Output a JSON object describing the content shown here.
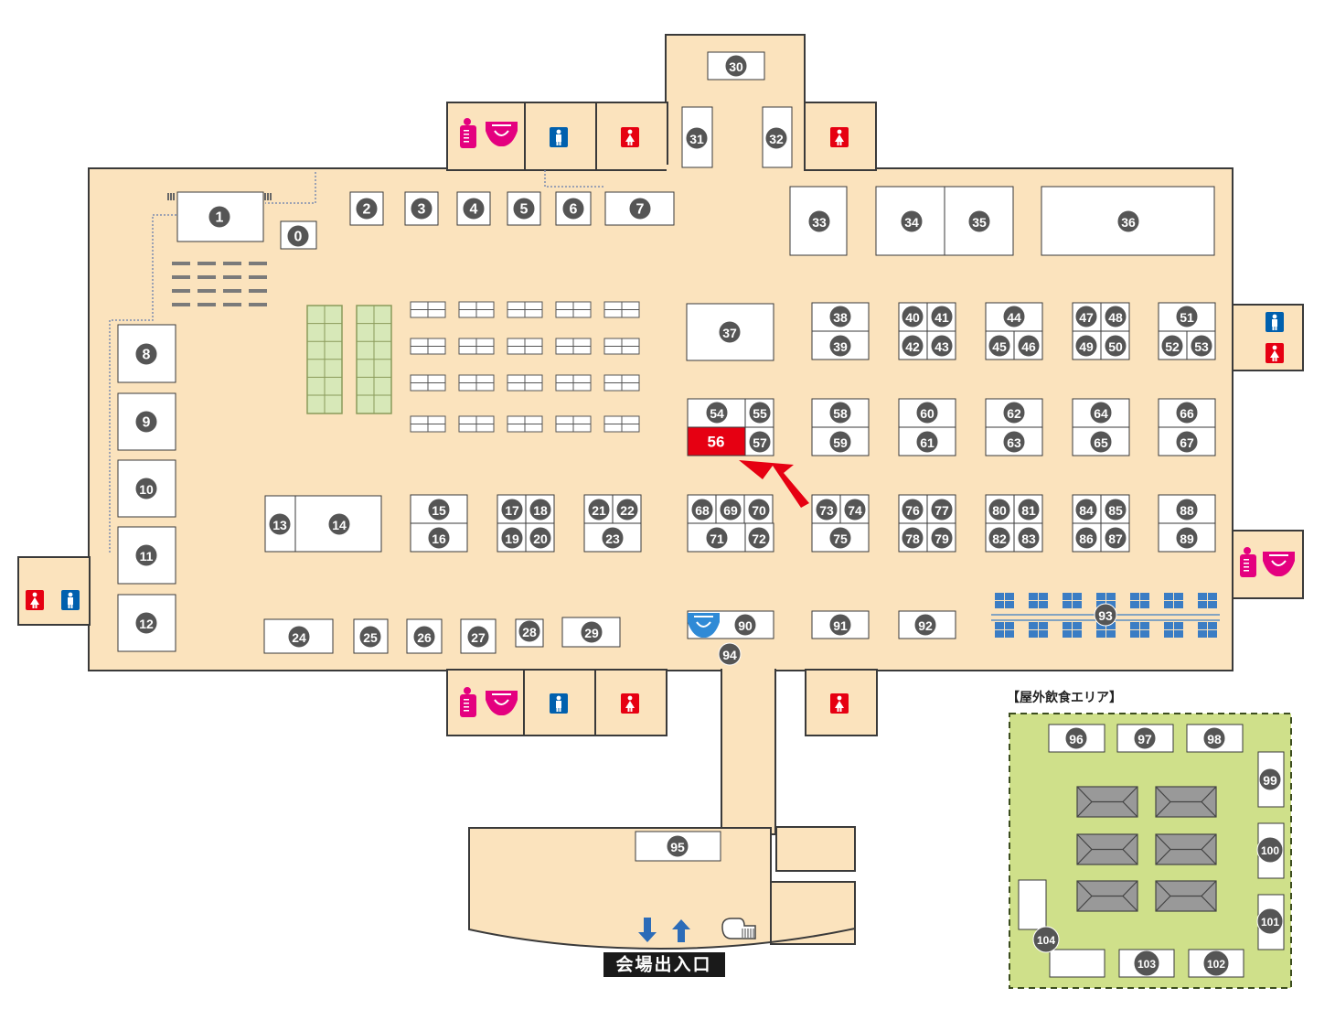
{
  "colors": {
    "floor": "#fbe3bd",
    "outline": "#3a3a3a",
    "booth": "#ffffff",
    "badge": "#555555",
    "highlight": "#e60012",
    "outdoor_area": "#cfe08a",
    "mens_restroom": "#0060ae",
    "womens_restroom": "#e60012",
    "baby_room": "#e4007f",
    "tatami": "#d7e8b8",
    "blue_table": "#3b7dc4",
    "food_tent": "#999999"
  },
  "booth_numbers": [
    "0",
    "1",
    "2",
    "3",
    "4",
    "5",
    "6",
    "7",
    "8",
    "9",
    "10",
    "11",
    "12",
    "13",
    "14",
    "15",
    "16",
    "17",
    "18",
    "19",
    "20",
    "21",
    "22",
    "23",
    "24",
    "25",
    "26",
    "27",
    "28",
    "29",
    "30",
    "31",
    "32",
    "33",
    "34",
    "35",
    "36",
    "37",
    "38",
    "39",
    "40",
    "41",
    "42",
    "43",
    "44",
    "45",
    "46",
    "47",
    "48",
    "49",
    "50",
    "51",
    "52",
    "53",
    "54",
    "55",
    "57",
    "58",
    "59",
    "60",
    "61",
    "62",
    "63",
    "64",
    "65",
    "66",
    "67",
    "68",
    "69",
    "70",
    "71",
    "72",
    "73",
    "74",
    "75",
    "76",
    "77",
    "78",
    "79",
    "80",
    "81",
    "82",
    "83",
    "84",
    "85",
    "86",
    "87",
    "88",
    "89",
    "90",
    "91",
    "92",
    "93",
    "94",
    "95",
    "96",
    "97",
    "98",
    "99",
    "100",
    "101",
    "102",
    "103",
    "104"
  ],
  "highlighted_booth": "56",
  "outdoor_area_title": "【屋外飲食エリア】",
  "entrance_label": "会場出入口",
  "icons": {
    "mens_restroom": "mens-restroom-icon",
    "womens_restroom": "womens-restroom-icon",
    "baby_bottle": "baby-bottle-icon",
    "diaper": "diaper-icon",
    "arrow_down": "arrow-down-icon",
    "arrow_up": "arrow-up-icon",
    "bench": "bench-icon",
    "location_arrow": "location-arrow-icon"
  }
}
